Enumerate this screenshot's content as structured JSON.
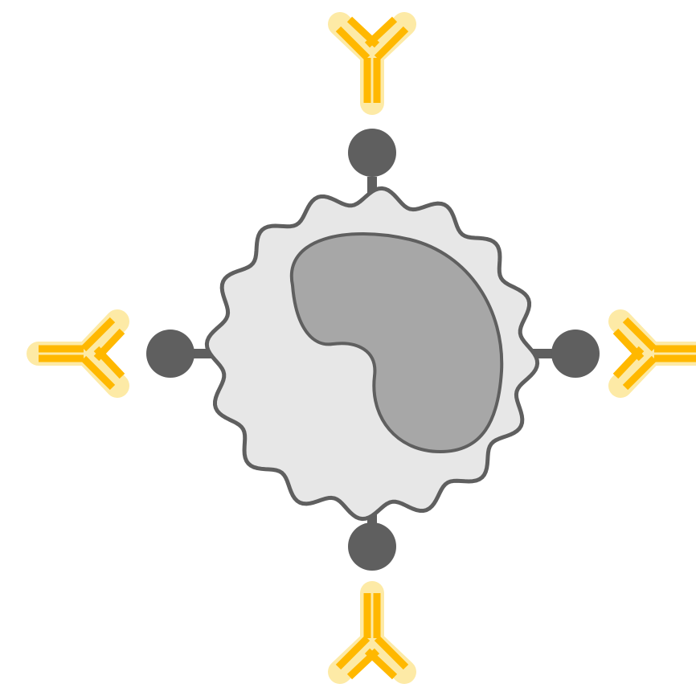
{
  "colors": {
    "background": "#ffffff",
    "cell_fill": "#e7e7e7",
    "cell_outline": "#5f5f5f",
    "nucleus_fill": "#a7a7a7",
    "receptor": "#5f5f5f",
    "antibody": "#ffb800",
    "antibody_glow": "#fdeaa6"
  },
  "diagram": {
    "cell": {
      "icon": "cell-icon"
    },
    "nucleus": {
      "icon": "nucleus-icon"
    },
    "receptors": [
      {
        "position": "top",
        "icon": "receptor-icon"
      },
      {
        "position": "right",
        "icon": "receptor-icon"
      },
      {
        "position": "bottom",
        "icon": "receptor-icon"
      },
      {
        "position": "left",
        "icon": "receptor-icon"
      }
    ],
    "antibodies": [
      {
        "position": "top",
        "icon": "antibody-icon"
      },
      {
        "position": "right",
        "icon": "antibody-icon"
      },
      {
        "position": "bottom",
        "icon": "antibody-icon"
      },
      {
        "position": "left",
        "icon": "antibody-icon"
      }
    ]
  }
}
